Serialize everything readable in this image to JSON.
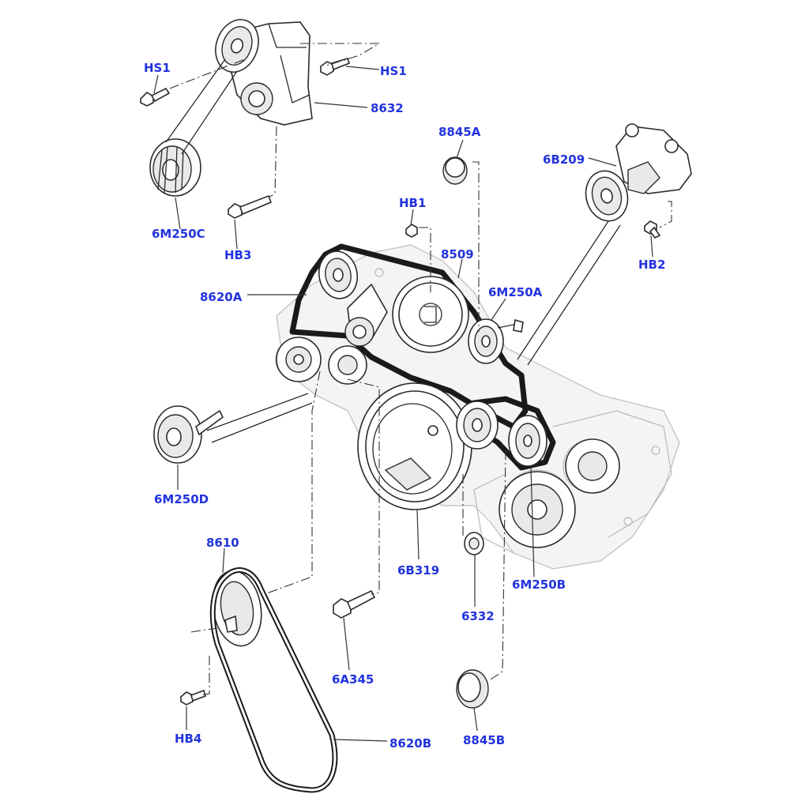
{
  "callouts": {
    "hs1_left": "HS1",
    "hs1_right": "HS1",
    "c8632": "8632",
    "c8845a": "8845A",
    "c6b209": "6B209",
    "c6m250c": "6M250C",
    "hb3": "HB3",
    "hb1": "HB1",
    "c8509": "8509",
    "hb2": "HB2",
    "c8620a": "8620A",
    "c6m250a": "6M250A",
    "c6m250d": "6M250D",
    "c8610": "8610",
    "c6b319": "6B319",
    "c6m250b": "6M250B",
    "c6332": "6332",
    "c6a345": "6A345",
    "hb4": "HB4",
    "c8620b": "8620B",
    "c8845b": "8845B"
  },
  "colors": {
    "callout_text": "#2233dd",
    "line_art": "#2a2a2a",
    "background": "#ffffff"
  }
}
